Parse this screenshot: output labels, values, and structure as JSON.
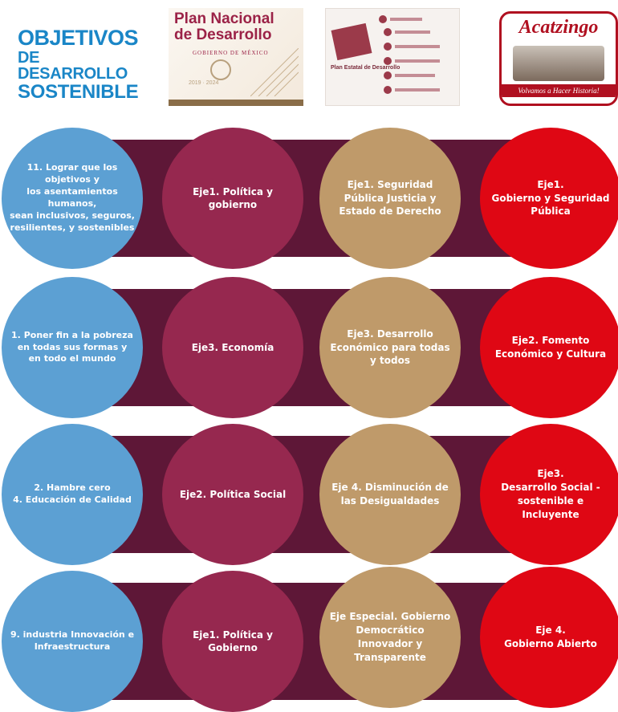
{
  "logos": {
    "ods": {
      "line1": "OBJETIVOS",
      "line2": "DE DESARROLLO",
      "line3": "SOSTENIBLE"
    },
    "pnd": {
      "title": "Plan Nacional\nde Desarrollo",
      "subtitle": "GOBIERNO DE MÉXICO",
      "years": "2019  ·  2024"
    },
    "ped": {
      "title": "Plan Estatal de Desarrollo"
    },
    "acatzingo": {
      "name": "Acatzingo",
      "slogan": "Volvamos a Hacer Historia!"
    }
  },
  "colors": {
    "band": "#5e1737",
    "ods": "#5ca0d3",
    "nacional": "#96284f",
    "estatal": "#bf9a6a",
    "municipal": "#df0714"
  },
  "rows": [
    {
      "ods": "11. Lograr que los objetivos y\nlos asentamientos humanos,\nsean inclusivos, seguros,\nresilientes, y sostenibles",
      "nacional": "Eje1. Política y gobierno",
      "estatal": "Eje1. Seguridad\nPública Justicia y\nEstado de Derecho",
      "municipal": "Eje1.\nGobierno y Seguridad\nPública"
    },
    {
      "ods": "1.  Poner fin a la pobreza\nen todas sus formas y\nen todo el mundo",
      "nacional": "Eje3. Economía",
      "estatal": "Eje3. Desarrollo\nEconómico para todas\ny todos",
      "municipal": "Eje2. Fomento\nEconómico y Cultura"
    },
    {
      "ods": "2. Hambre cero\n4. Educación de Calidad",
      "nacional": "Eje2. Política Social",
      "estatal": "Eje 4. Disminución de\nlas Desigualdades",
      "municipal": "Eje3.\nDesarrollo Social -\nsostenible e\nIncluyente"
    },
    {
      "ods": "9. industria Innovación e\nInfraestructura",
      "nacional": "Eje1. Política y Gobierno",
      "estatal": "Eje Especial. Gobierno\nDemocrático\nInnovador y\nTransparente",
      "municipal": "Eje 4.\nGobierno Abierto"
    }
  ]
}
